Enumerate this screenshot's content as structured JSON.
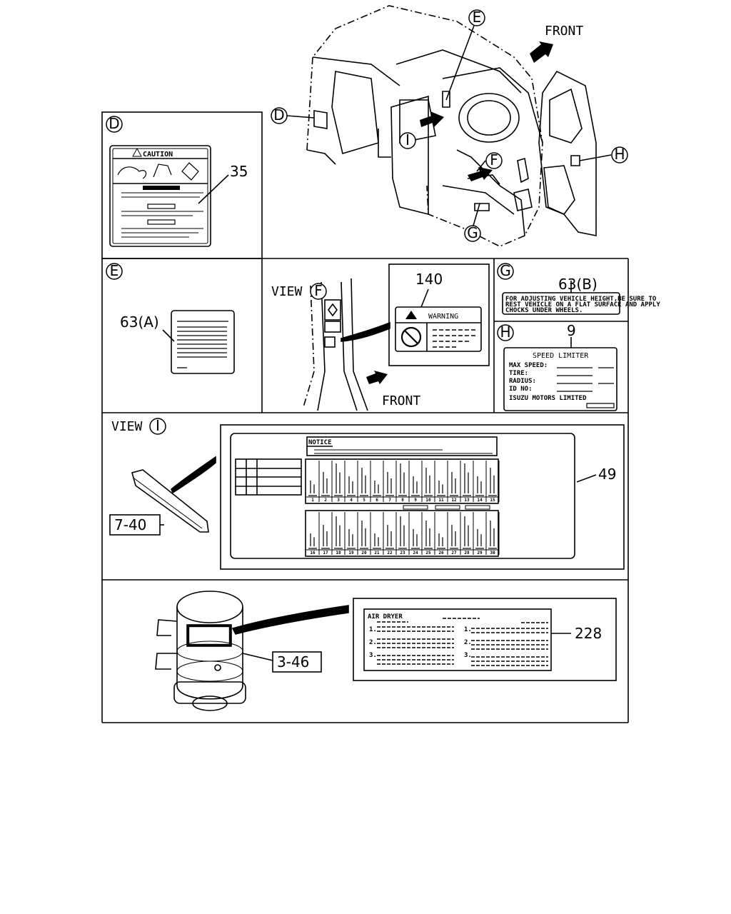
{
  "diagram": {
    "front_label": "FRONT",
    "callouts": {
      "D": "D",
      "E": "E",
      "F": "F",
      "G": "G",
      "H": "H",
      "I": "I"
    },
    "panel_d": {
      "ref": "D",
      "part_no": "35",
      "sticker_title": "CAUTION"
    },
    "panel_e": {
      "ref": "E",
      "part_no": "63(A)"
    },
    "panel_f": {
      "view_label": "VIEW",
      "ref": "F",
      "part_no": "140",
      "sticker_title": "WARNING",
      "front_label": "FRONT"
    },
    "panel_g": {
      "ref": "G",
      "part_no": "63(B)",
      "text_line1": "FOR ADJUSTING VEHICLE HEIGHT,BE SURE TO",
      "text_line2": "REST VEHICLE ON A FLAT SURFACE AND APPLY",
      "text_line3": "CHOCKS UNDER WHEELS."
    },
    "panel_h": {
      "ref": "H",
      "part_no": "9",
      "title": "SPEED LIMITER",
      "rows": [
        "MAX SPEED:",
        "TIRE:",
        "RADIUS:",
        "ID NO:"
      ],
      "footer": "ISUZU MOTORS LIMITED"
    },
    "panel_i": {
      "view_label": "VIEW",
      "ref": "I",
      "part_no": "49",
      "part_ref": "7-40",
      "notice": "NOTICE",
      "fuse_row1": [
        "1",
        "2",
        "3",
        "4",
        "5",
        "6",
        "7",
        "8",
        "9",
        "10",
        "11",
        "12",
        "13",
        "14",
        "15"
      ],
      "fuse_row2": [
        "16",
        "17",
        "18",
        "19",
        "20",
        "21",
        "22",
        "23",
        "24",
        "25",
        "26",
        "27",
        "28",
        "29",
        "30"
      ]
    },
    "panel_air": {
      "part_no": "228",
      "part_ref": "3-46",
      "title": "AIR DRYER",
      "items": [
        "1.",
        "2.",
        "3.",
        "1.",
        "2.",
        "3."
      ]
    }
  }
}
